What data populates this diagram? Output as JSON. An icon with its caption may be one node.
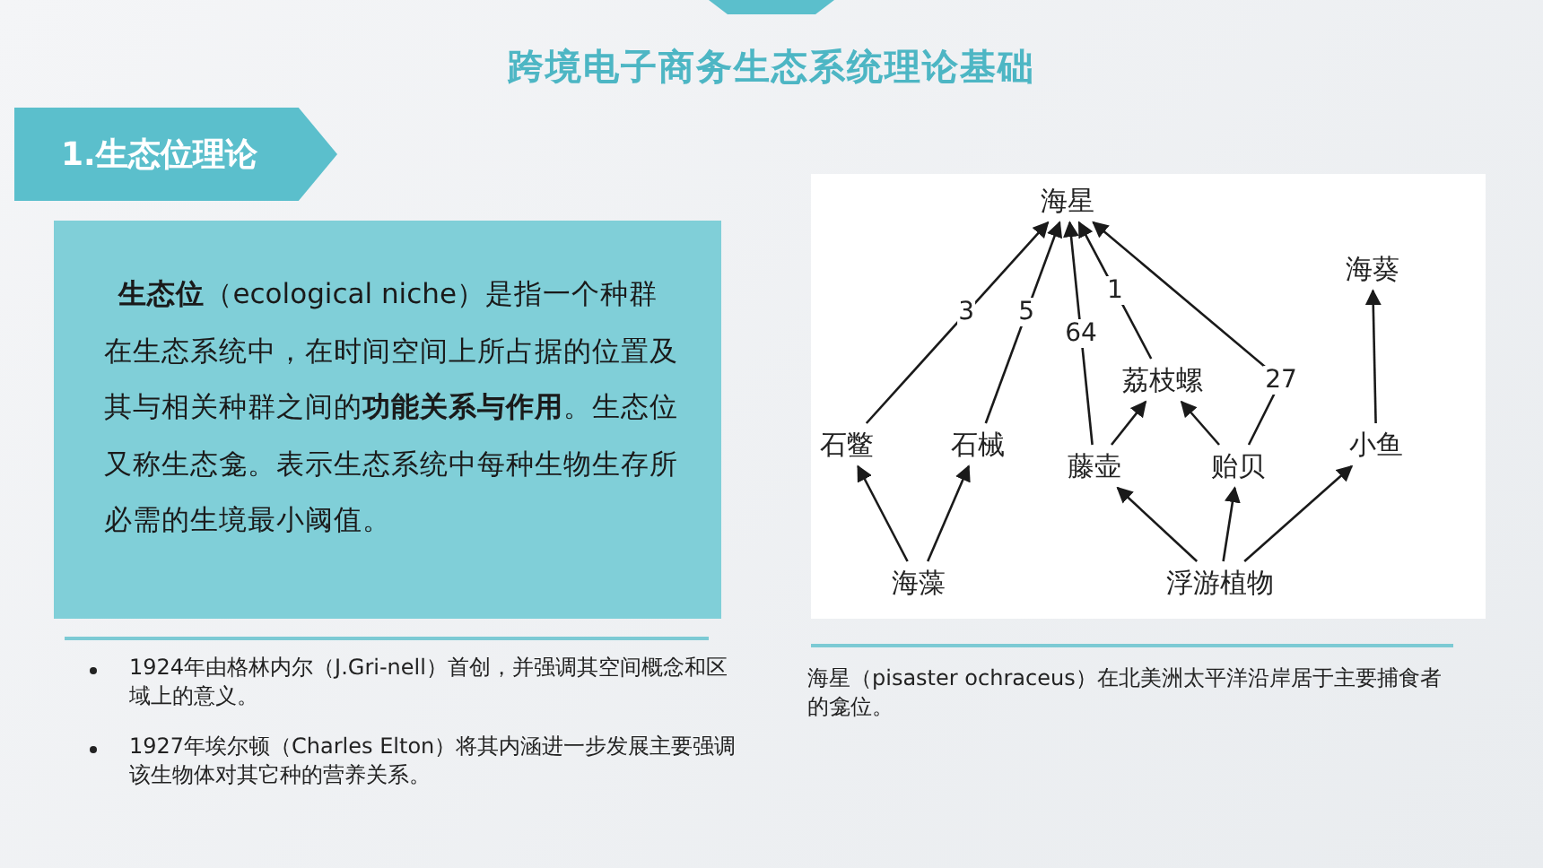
{
  "diagram": {
    "title": "跨境电子商务生态系统理论基础",
    "nodes": [
      {
        "text": [
          "1.生态位理论"
        ]
      },
      {
        "text": [
          "**生态位**（ecological niche）是指一个种群在生态系统中，在时间空间上所占据的位置及其与相关种群之间的**功能关系与作用**。生态位又称生态龛。表示生态系统中每种生物生存所必需的生境最小阈值。"
        ]
      },
      {
        "text": [
          "海星"
        ]
      },
      {
        "text": [
          "海葵"
        ]
      },
      {
        "text": [
          "荔枝螺"
        ]
      },
      {
        "text": [
          "石鳖"
        ]
      },
      {
        "text": [
          "石械"
        ]
      },
      {
        "text": [
          "藤壶"
        ]
      },
      {
        "text": [
          "贻贝"
        ]
      },
      {
        "text": [
          "小鱼"
        ]
      },
      {
        "text": [
          "海藻"
        ]
      },
      {
        "text": [
          "浮游植物"
        ]
      }
    ],
    "edges": [
      {
        "from": 5,
        "to": 2,
        "arrow": "to",
        "label": "3"
      },
      {
        "from": 6,
        "to": 2,
        "arrow": "to",
        "label": "5"
      },
      {
        "from": 7,
        "to": 2,
        "arrow": "to",
        "label": "64"
      },
      {
        "from": 4,
        "to": 2,
        "arrow": "to",
        "label": "1"
      },
      {
        "from": 8,
        "to": 2,
        "arrow": "to",
        "label": "27"
      },
      {
        "from": 9,
        "to": 3,
        "arrow": "to"
      },
      {
        "from": 7,
        "to": 4,
        "arrow": "to"
      },
      {
        "from": 8,
        "to": 4,
        "arrow": "to"
      },
      {
        "from": 10,
        "to": 5,
        "arrow": "to"
      },
      {
        "from": 10,
        "to": 6,
        "arrow": "to"
      },
      {
        "from": 11,
        "to": 7,
        "arrow": "to"
      },
      {
        "from": 11,
        "to": 8,
        "arrow": "to"
      },
      {
        "from": 11,
        "to": 9,
        "arrow": "to"
      }
    ],
    "labels": [
      "1924年由格林内尔（J.Gri-nell）首创，并强调其空间概念和区域上的意义。",
      "1927年埃尔顿（Charles Elton）将其内涵进一步发展主要强调该生物体对其它种的营养关系。",
      "海星（pisaster ochraceus）在北美洲太平洋沿岸居于主要捕食者的龛位。"
    ]
  }
}
